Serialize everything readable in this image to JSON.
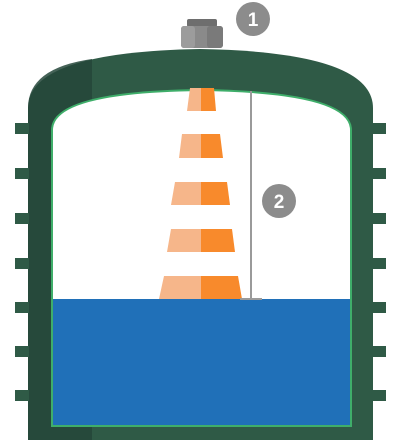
{
  "callouts": {
    "sensor": {
      "number": "1"
    },
    "distance": {
      "number": "2"
    }
  },
  "colors": {
    "tank_wall": "#2f5a46",
    "tank_wall_dark": "#24463a",
    "tank_inner_edge": "#3fae6a",
    "liquid": "#2070b8",
    "beam_light": "#f6b68a",
    "beam_dark": "#f88a2c",
    "sensor_body": "#8a8a8a",
    "sensor_cap": "#6e6e6e",
    "callout_fill": "#8c8c8c",
    "measure_line": "#9a9a9a"
  },
  "icons": {
    "sensor": "radar-level-sensor-icon",
    "beam": "radar-signal-beam",
    "tank": "storage-tank",
    "liquid": "liquid-surface"
  }
}
